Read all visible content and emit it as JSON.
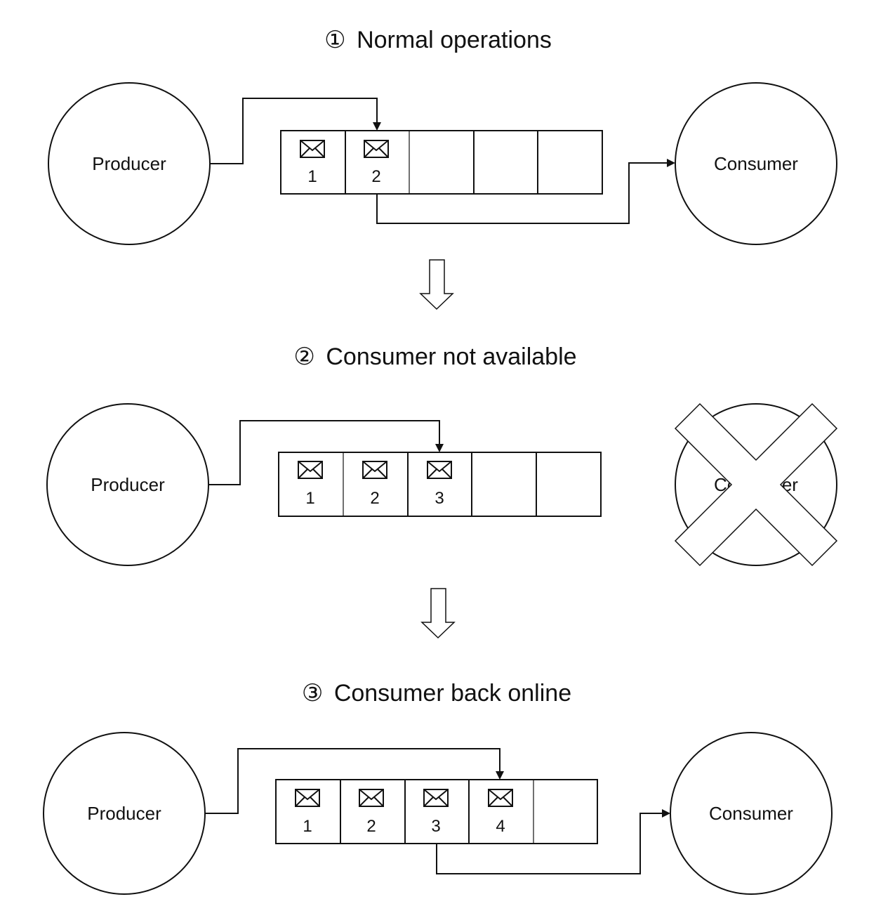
{
  "stages": [
    {
      "marker": "①",
      "title": "Normal operations",
      "producer_label": "Producer",
      "consumer_label": "Consumer",
      "consumer_available": true,
      "queue_slots": 5,
      "messages": [
        "1",
        "2"
      ]
    },
    {
      "marker": "②",
      "title": "Consumer not available",
      "producer_label": "Producer",
      "consumer_label": "Consumer",
      "consumer_available": false,
      "queue_slots": 5,
      "messages": [
        "1",
        "2",
        "3"
      ]
    },
    {
      "marker": "③",
      "title": "Consumer back online",
      "producer_label": "Producer",
      "consumer_label": "Consumer",
      "consumer_available": true,
      "queue_slots": 5,
      "messages": [
        "1",
        "2",
        "3",
        "4"
      ]
    }
  ],
  "colors": {
    "stroke": "#111111",
    "background": "#ffffff"
  },
  "icons": {
    "message": "envelope-icon",
    "transition": "down-arrow-icon",
    "unavailable": "x-mark-icon"
  }
}
